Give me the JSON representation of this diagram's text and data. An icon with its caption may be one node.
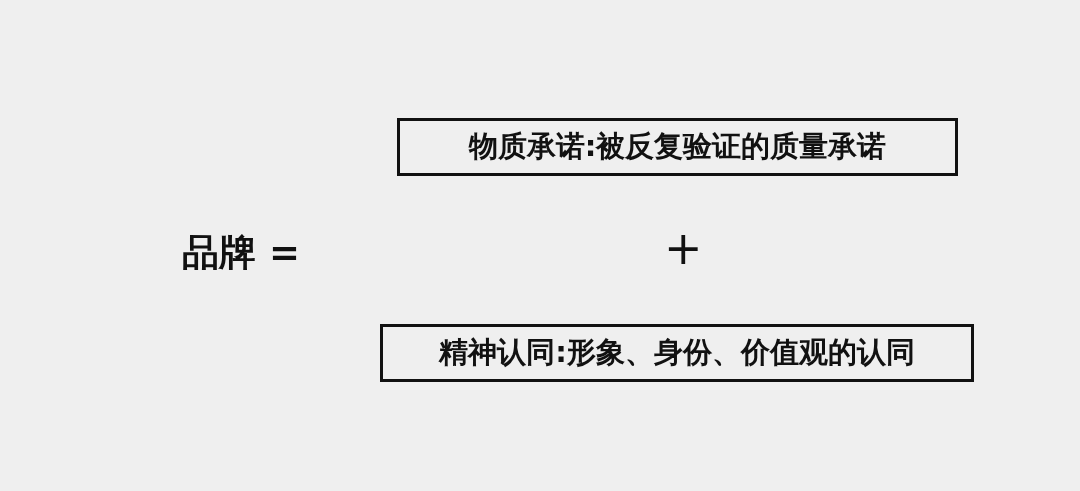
{
  "diagram": {
    "nodes": [
      {
        "text": [
          "物质承诺:被反复验证的质量承诺"
        ]
      },
      {
        "text": [
          "精神认同:形象、身份、价值观的认同"
        ]
      }
    ],
    "labels": [
      "品牌 =",
      "+"
    ]
  }
}
